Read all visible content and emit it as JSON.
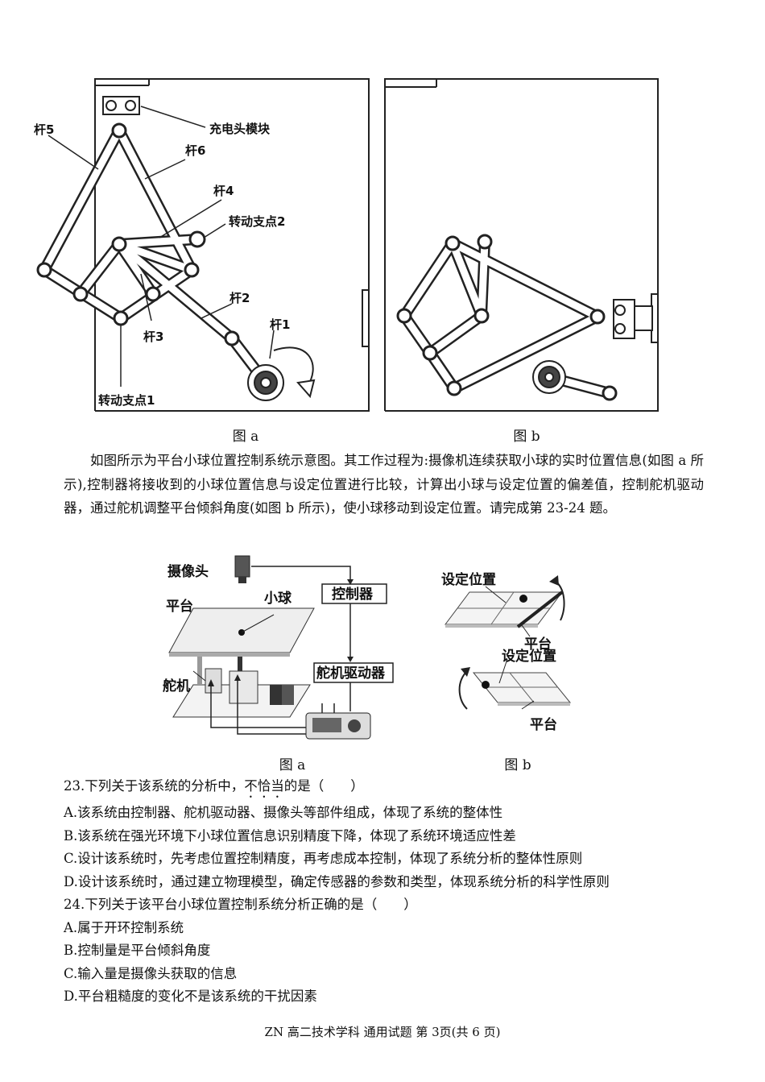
{
  "figure_top": {
    "a_labels": {
      "rod5": "杆5",
      "rod6": "杆6",
      "charger": "充电头模块",
      "rod4": "杆4",
      "pivot2": "转动支点2",
      "rod2": "杆2",
      "rod1": "杆1",
      "rod3": "杆3",
      "pivot1": "转动支点1"
    },
    "caption_a": "图 a",
    "caption_b": "图 b"
  },
  "intro": "如图所示为平台小球位置控制系统示意图。其工作过程为:摄像机连续获取小球的实时位置信息(如图 a 所示),控制器将接收到的小球位置信息与设定位置进行比较，计算出小球与设定位置的偏差值，控制舵机驱动器，通过舵机调整平台倾斜角度(如图 b 所示)，使小球移动到设定位置。请完成第 23-24 题。",
  "figure_mid": {
    "a_labels": {
      "camera": "摄像头",
      "controller": "控制器",
      "platform": "平台",
      "ball": "小球",
      "servo": "舵机",
      "driver": "舵机驱动器"
    },
    "b_labels": {
      "set1": "设定位置",
      "platform1": "平台",
      "set2": "设定位置",
      "platform2": "平台"
    },
    "caption_a": "图 a",
    "caption_b": "图 b"
  },
  "q23": {
    "stem_pre": "23.下列关于该系统的分析中，",
    "stem_emph": "不恰当",
    "stem_post": "的是（　　）",
    "options": [
      "A.该系统由控制器、舵机驱动器、摄像头等部件组成，体现了系统的整体性",
      "B.该系统在强光环境下小球位置信息识别精度下降，体现了系统环境适应性差",
      "C.设计该系统时，先考虑位置控制精度，再考虑成本控制，体现了系统分析的整体性原则",
      "D.设计该系统时，通过建立物理模型，确定传感器的参数和类型，体现系统分析的科学性原则"
    ]
  },
  "q24": {
    "stem": "24.下列关于该平台小球位置控制系统分析正确的是（　　）",
    "options": [
      "A.属于开环控制系统",
      "B.控制量是平台倾斜角度",
      "C.输入量是摄像头获取的信息",
      "D.平台粗糙度的变化不是该系统的干扰因素"
    ]
  },
  "footer": "ZN 高二技术学科  通用试题  第 3页(共 6 页)"
}
